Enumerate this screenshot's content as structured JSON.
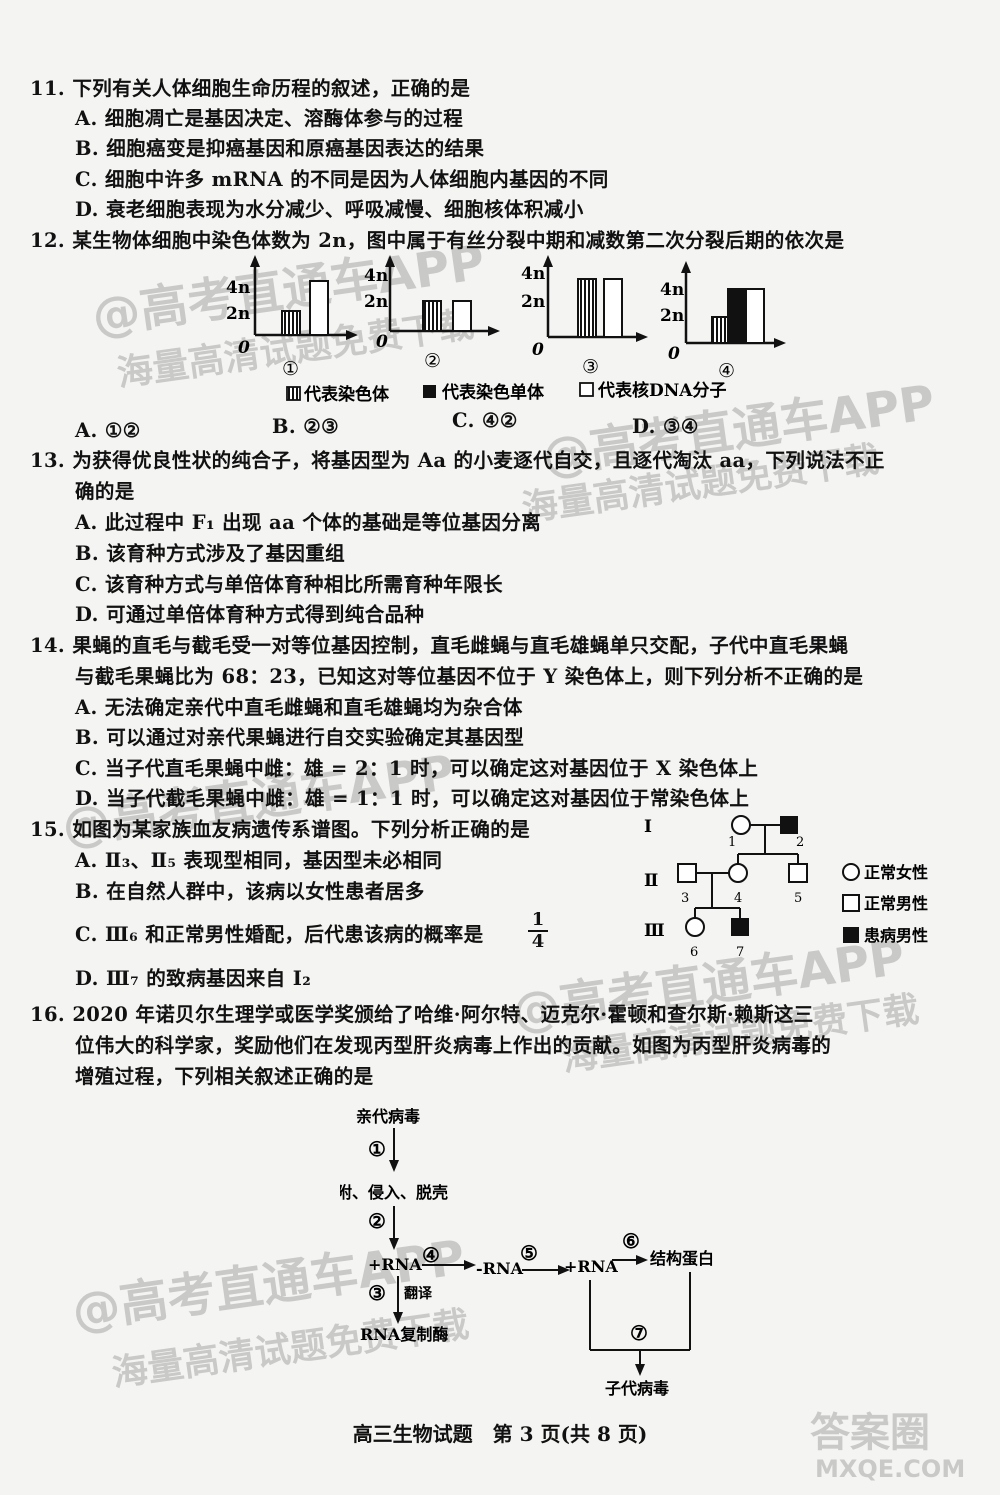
{
  "q11": {
    "stem": "11. 下列有关人体细胞生命历程的叙述，正确的是",
    "options": [
      "A. 细胞凋亡是基因决定、溶酶体参与的过程",
      "B. 细胞癌变是抑癌基因和原癌基因表达的结果",
      "C. 细胞中许多 mRNA 的不同是因为人体细胞内基因的不同",
      "D. 衰老细胞表现为水分减少、呼吸减慢、细胞核体积减小"
    ]
  },
  "q12": {
    "stem": "12. 某生物体细胞中染色体数为 2n，图中属于有丝分裂中期和减数第二次分裂后期的依次是",
    "axis_labels": {
      "top": "4n",
      "mid": "2n",
      "origin": "0"
    },
    "chart_labels": [
      "①",
      "②",
      "③",
      "④"
    ],
    "legend": [
      "代表染色体",
      "代表染色单体",
      "代表核DNA分子"
    ],
    "options": [
      "A. ①②",
      "B. ②③",
      "C. ④②",
      "D. ③④"
    ]
  },
  "q13": {
    "stem_line1": "13. 为获得优良性状的纯合子，将基因型为 Aa 的小麦逐代自交，且逐代淘汰 aa，下列说法不正",
    "stem_line2": "确的是",
    "options": [
      "A. 此过程中 F₁ 出现 aa 个体的基础是等位基因分离",
      "B. 该育种方式涉及了基因重组",
      "C. 该育种方式与单倍体育种相比所需育种年限长",
      "D. 可通过单倍体育种方式得到纯合品种"
    ]
  },
  "q14": {
    "stem_line1": "14. 果蝇的直毛与截毛受一对等位基因控制，直毛雌蝇与直毛雄蝇单只交配，子代中直毛果蝇",
    "stem_line2": "与截毛果蝇比为 68：23，已知这对等位基因不位于 Y 染色体上，则下列分析不正确的是",
    "options": [
      "A. 无法确定亲代中直毛雌蝇和直毛雄蝇均为杂合体",
      "B. 可以通过对亲代果蝇进行自交实验确定其基因型",
      "C. 当子代直毛果蝇中雌：雄 = 2：1 时，可以确定这对基因位于 X 染色体上",
      "D. 当子代截毛果蝇中雌：雄 = 1：1 时，可以确定这对基因位于常染色体上"
    ]
  },
  "q15": {
    "stem": "15. 如图为某家族血友病遗传系谱图。下列分析正确的是",
    "options": [
      "A. Ⅱ₃、Ⅱ₅ 表现型相同，基因型未必相同",
      "B. 在自然人群中，该病以女性患者居多",
      "C. Ⅲ₆ 和正常男性婚配，后代患该病的概率是",
      "D. Ⅲ₇ 的致病基因来自 Ⅰ₂"
    ],
    "fraction": {
      "num": "1",
      "den": "4"
    },
    "generations": [
      "Ⅰ",
      "Ⅱ",
      "Ⅲ"
    ],
    "individuals": [
      "1",
      "2",
      "3",
      "4",
      "5",
      "6",
      "7"
    ],
    "legend": [
      "正常女性",
      "正常男性",
      "患病男性"
    ]
  },
  "q16": {
    "stem_line1": "16. 2020 年诺贝尔生理学或医学奖颁给了哈维·阿尔特、迈克尔·霍顿和查尔斯·赖斯这三",
    "stem_line2": "位伟大的科学家，奖励他们在发现丙型肝炎病毒上作出的贡献。如图为丙型肝炎病毒的",
    "stem_line3": "增殖过程，下列相关叙述正确的是",
    "diagram": {
      "parent": "亲代病毒",
      "step1": "①",
      "attach": "吸附、侵入、脱壳",
      "step2": "②",
      "plus_rna_1": "+RNA",
      "step4": "④",
      "minus_rna": "-RNA",
      "step5": "⑤",
      "plus_rna_2": "+RNA",
      "step6": "⑥",
      "struct_protein": "结构蛋白",
      "step3": "③",
      "translate": "翻译",
      "replicase": "RNA复制酶",
      "step7": "⑦",
      "offspring": "子代病毒"
    }
  },
  "footer": "高三生物试题　第 3 页(共 8 页)",
  "watermarks": [
    "@高考直通车APP",
    "海量高清试题免费下载",
    "答案圈",
    "MXQE.COM"
  ]
}
